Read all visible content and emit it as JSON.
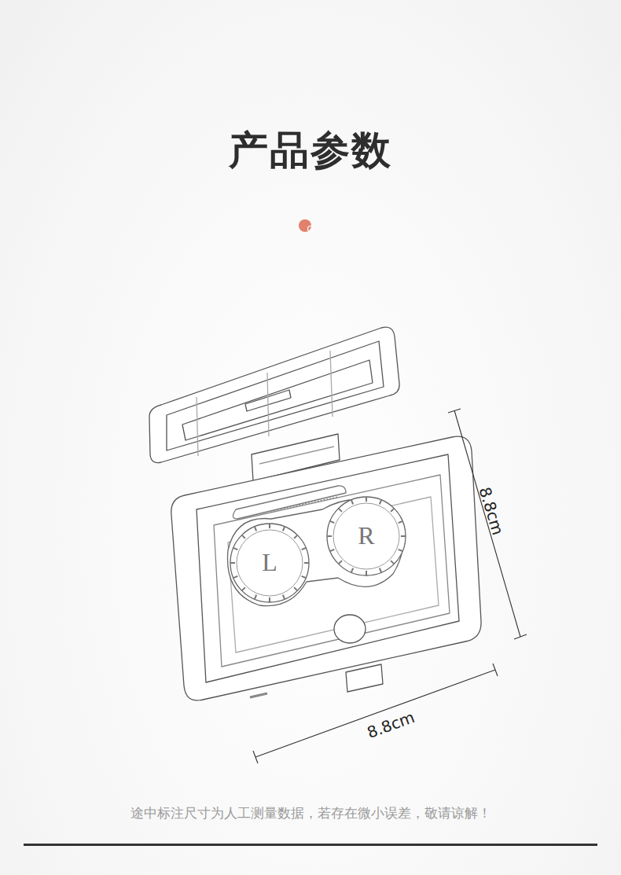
{
  "diagram": {
    "title": "产品参数",
    "caption": "途中标注尺寸为人工测量数据，若存在微小误差，敬请谅解！",
    "nodes": [
      {
        "text": [
          "L"
        ]
      },
      {
        "text": [
          "R"
        ]
      }
    ],
    "labels": [
      "8.8cm",
      "8.8cm"
    ]
  }
}
